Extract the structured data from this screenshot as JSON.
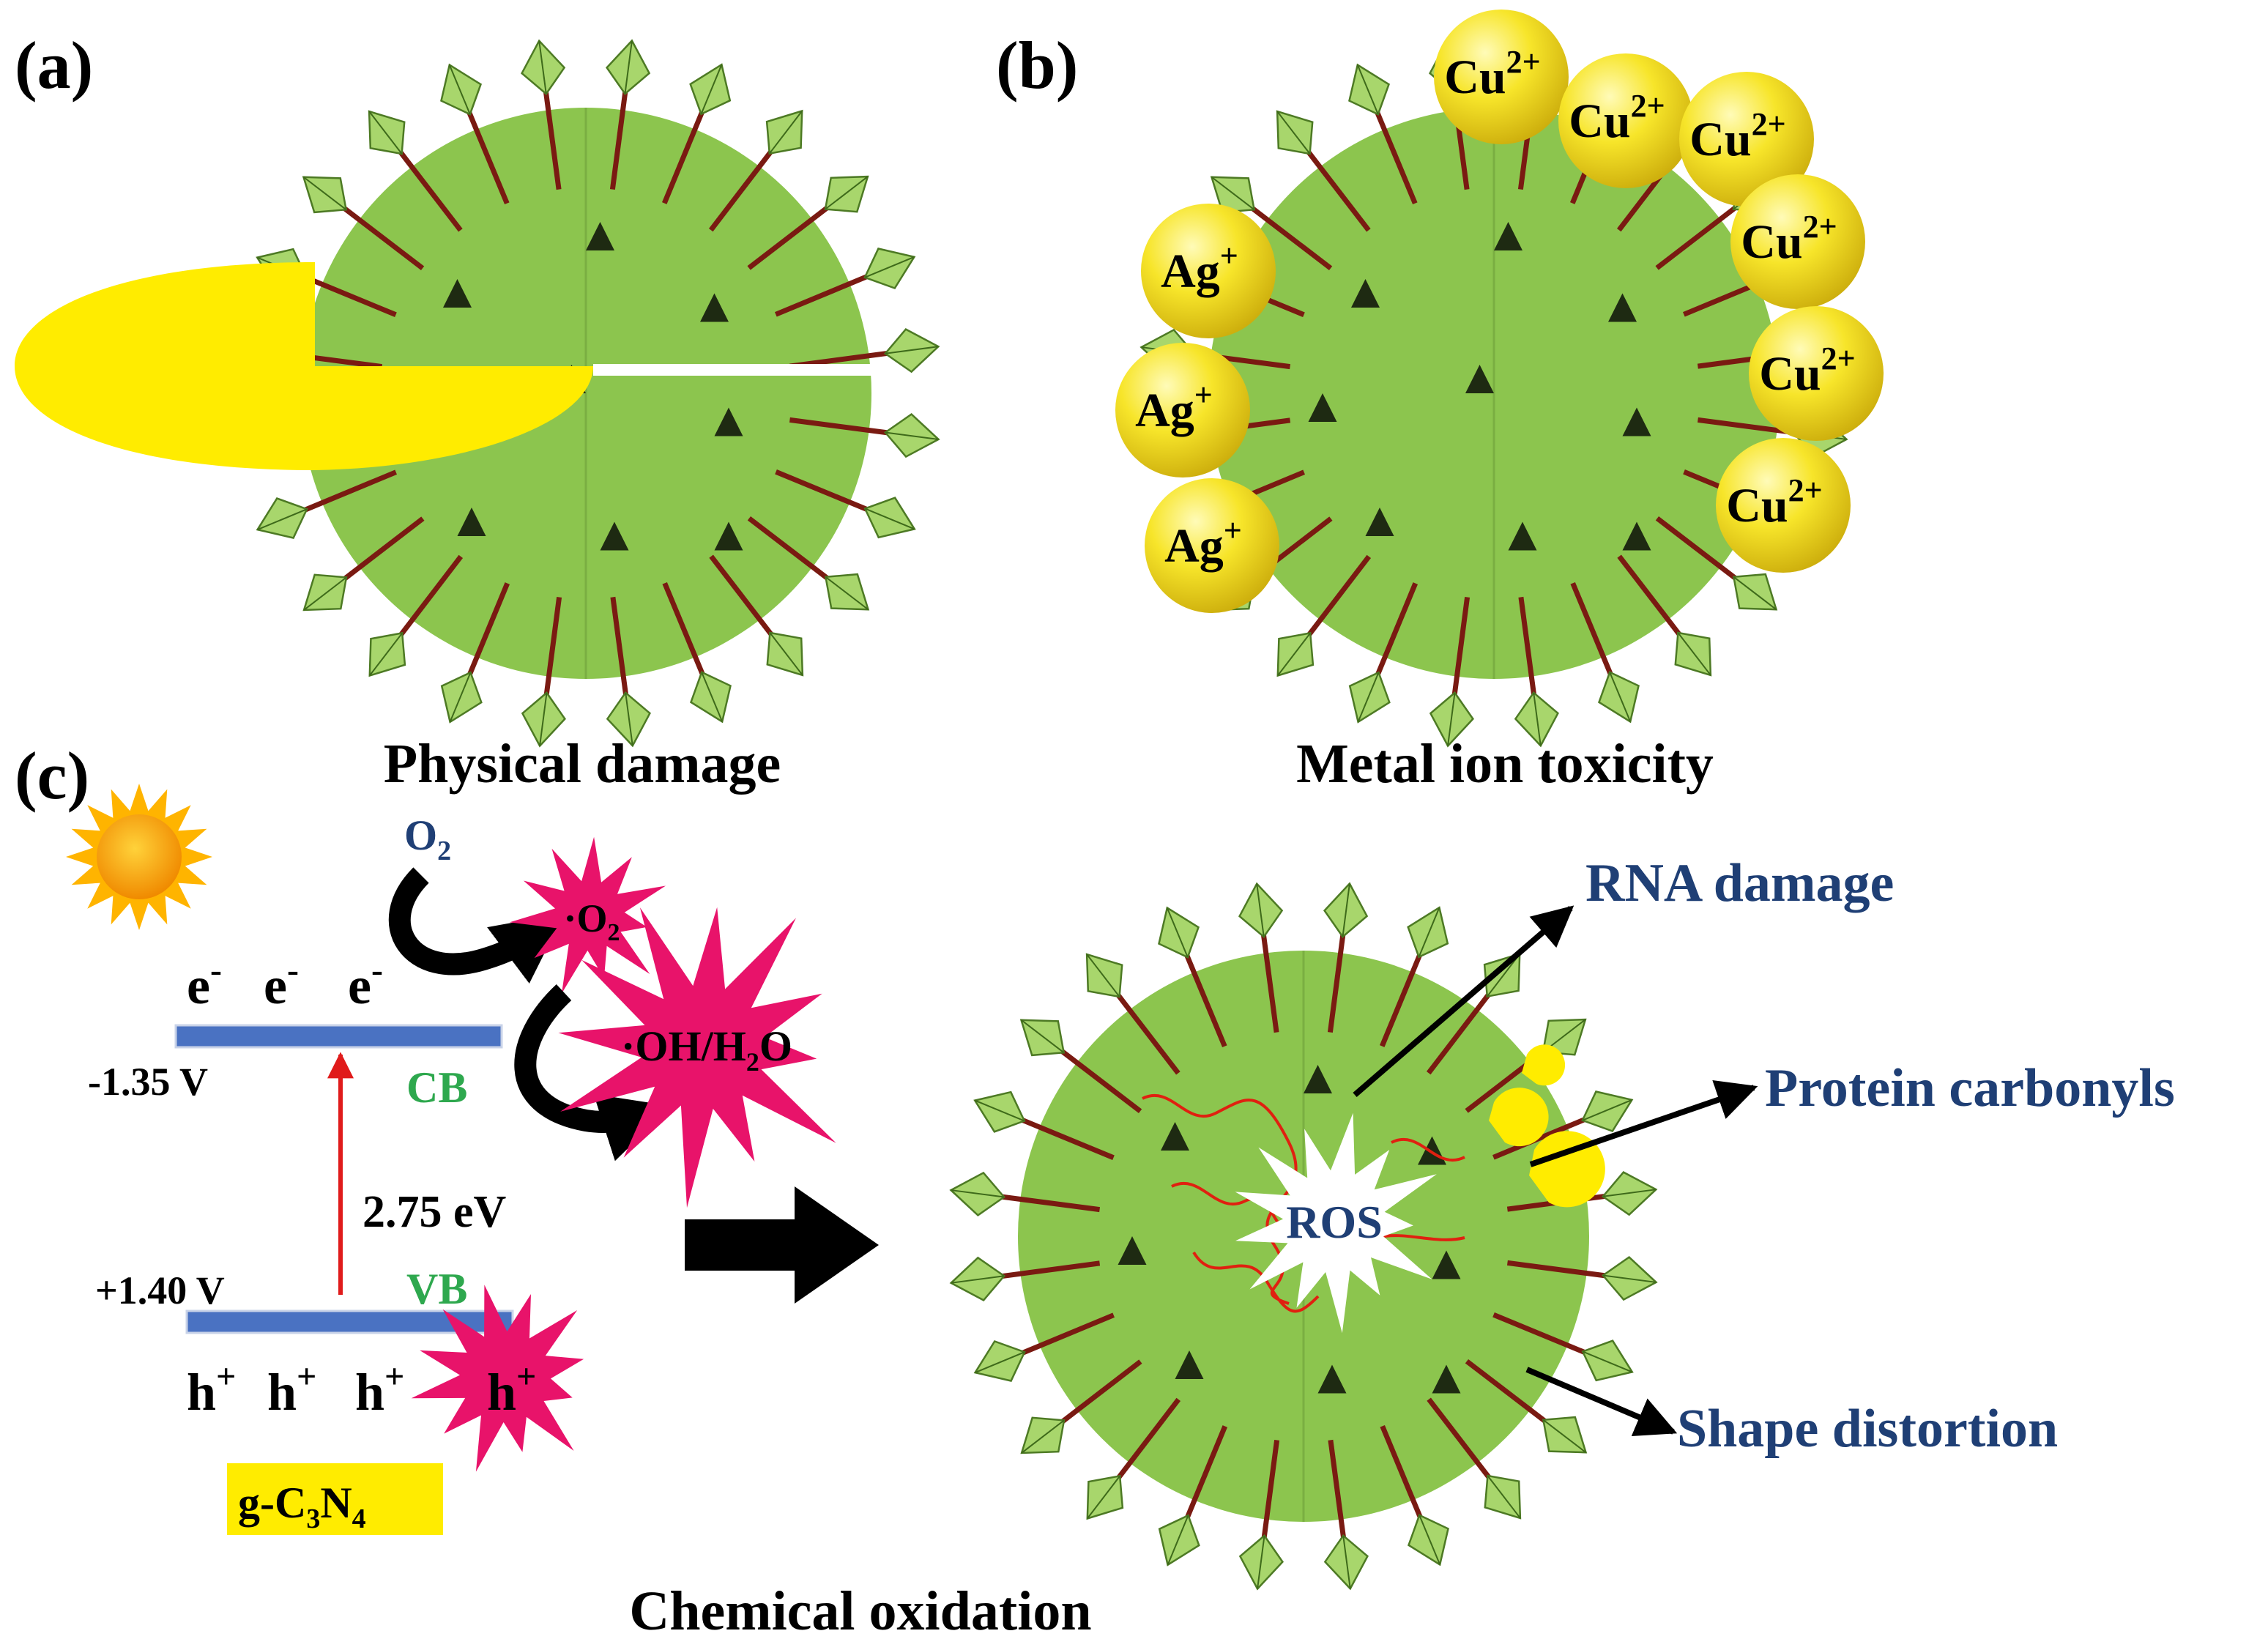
{
  "panels": {
    "a": {
      "label": "(a)",
      "caption": "Physical damage"
    },
    "b": {
      "label": "(b)",
      "caption": "Metal ion toxicity",
      "ions_ag": "Ag",
      "ions_cu": "Cu",
      "ag_charge": "+",
      "cu_charge": "2+"
    },
    "c": {
      "label": "(c)",
      "caption": "Chemical oxidation"
    }
  },
  "band": {
    "o2": "O",
    "o2_sub": "2",
    "superoxide": "·O",
    "superoxide_sub": "2",
    "hydroxyl_a": "·OH/H",
    "hydroxyl_sub": "2",
    "hydroxyl_b": "O",
    "electron": "e",
    "electron_sup": "-",
    "hole": "h",
    "hole_sup": "+",
    "cb_potential": "-1.35 V",
    "cb_label": "CB",
    "vb_potential": "+1.40 V",
    "vb_label": "VB",
    "gap": "2.75 eV",
    "material_a": "g-C",
    "material_sub1": "3",
    "material_b": "N",
    "material_sub2": "4"
  },
  "virus_c": {
    "ros": "ROS",
    "rna": "RNA damage",
    "protein": "Protein carbonyls",
    "shape": "Shape distortion"
  },
  "colors": {
    "capsid": "#8cc54e",
    "spike": "#a8d66c",
    "stalk": "#7a1a12",
    "ion": "#f2dc1e",
    "burst": "#e8136a",
    "band": "#4a72c2",
    "label_blue": "#1f3f75",
    "label_green": "#2ea84e",
    "arrow_red": "#e01b1b",
    "highlight": "#ffec00"
  }
}
